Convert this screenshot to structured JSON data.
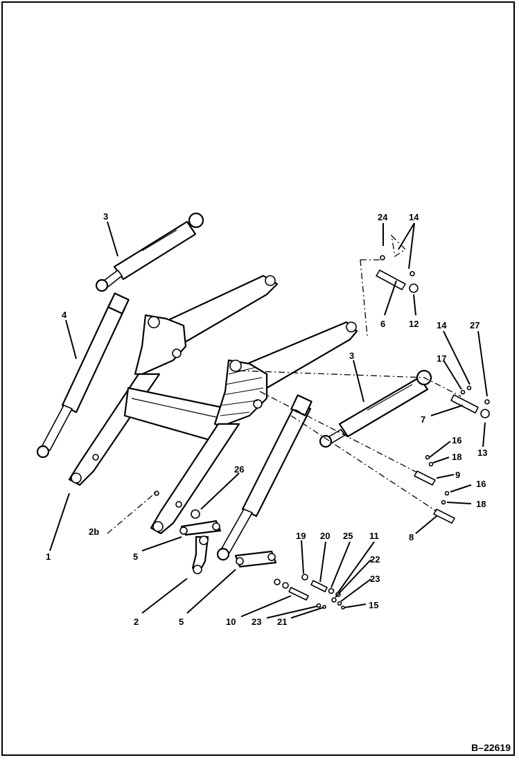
{
  "figure_number": "B–22619",
  "callouts": {
    "c1": "1",
    "c2": "2",
    "c2b": "2b",
    "c3a": "3",
    "c3b": "3",
    "c4": "4",
    "c5a": "5",
    "c5b": "5",
    "c6": "6",
    "c7": "7",
    "c8": "8",
    "c9": "9",
    "c10": "10",
    "c11": "11",
    "c12": "12",
    "c13": "13",
    "c14a": "14",
    "c14b": "14",
    "c15": "15",
    "c16a": "16",
    "c16b": "16",
    "c17": "17",
    "c18a": "18",
    "c18b": "18",
    "c19": "19",
    "c20": "20",
    "c21": "21",
    "c22": "22",
    "c23a": "23",
    "c23b": "23",
    "c24": "24",
    "c25": "25",
    "c26": "26",
    "c27": "27"
  }
}
